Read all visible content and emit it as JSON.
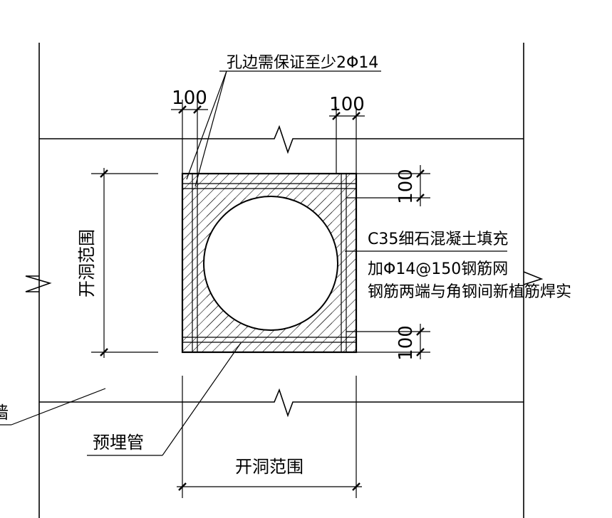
{
  "labels": {
    "rebar_note": "孔边需保证至少2Φ14",
    "dim_top_left": "100",
    "dim_top_right": "100",
    "dim_right_top": "100",
    "dim_right_bottom": "100",
    "opening_range_vertical": "开洞范围",
    "opening_range_horizontal": "开洞范围",
    "fill_note": "C35细石混凝土填充",
    "mesh_note": "加Φ14@150钢筋网",
    "weld_note": "钢筋两端与角钢间新植筋焊实",
    "pipe_label": "预埋管",
    "wall_label": "墙"
  },
  "colors": {
    "line": "#000000",
    "background": "#ffffff"
  }
}
